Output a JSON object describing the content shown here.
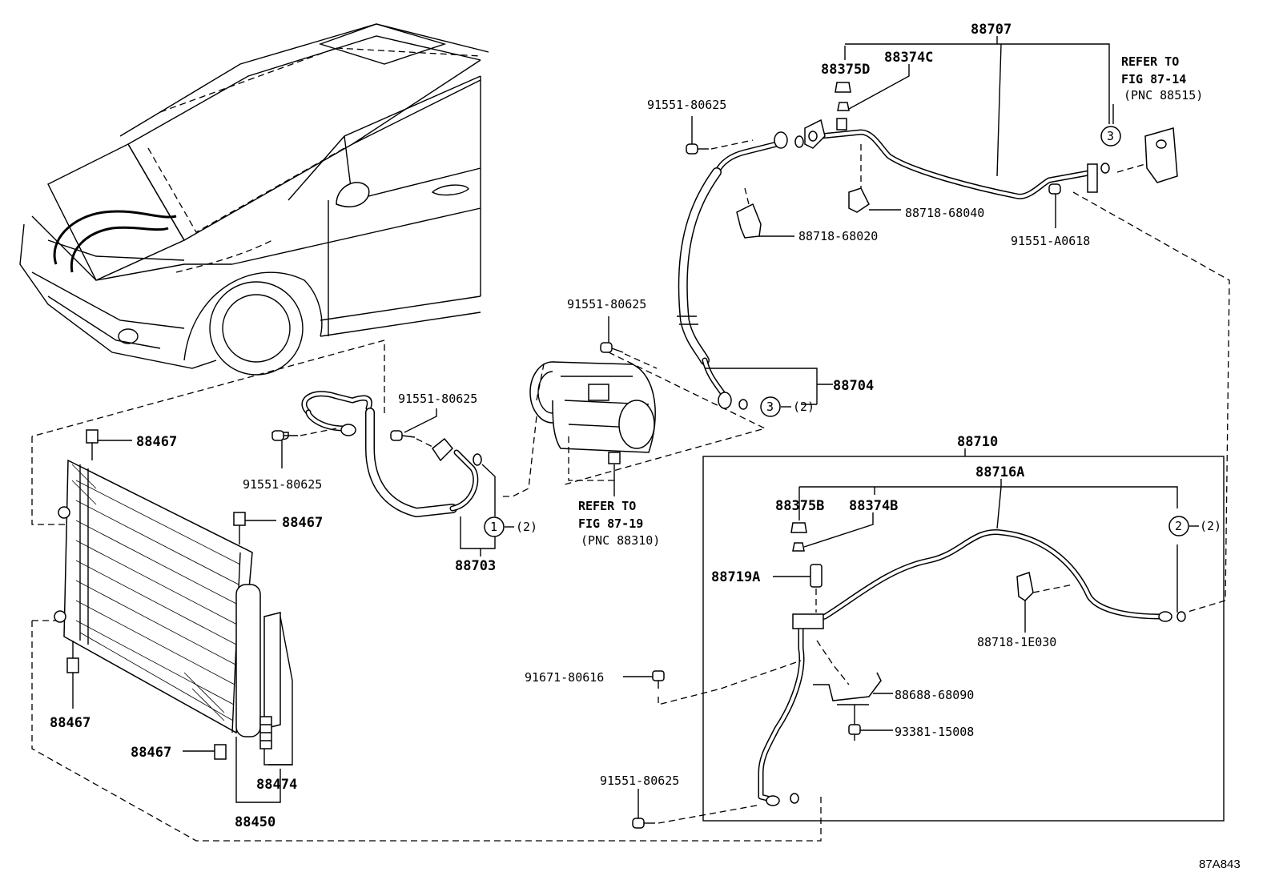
{
  "drawing_code": "87A843",
  "labels": {
    "p88707": "88707",
    "p88375D": "88375D",
    "p88374C": "88374C",
    "p91551_80625_top": "91551-80625",
    "p88718_68040": "88718-68040",
    "p88718_68020": "88718-68020",
    "p91551_A0618": "91551-A0618",
    "p91551_80625_mid": "91551-80625",
    "p88704": "88704",
    "p91551_80625_hose": "91551-80625",
    "p91551_80625_left": "91551-80625",
    "p88703": "88703",
    "p88467_a": "88467",
    "p88467_b": "88467",
    "p88467_c": "88467",
    "p88467_d": "88467",
    "p88474": "88474",
    "p88450": "88450",
    "p88710": "88710",
    "p88716A": "88716A",
    "p88375B": "88375B",
    "p88374B": "88374B",
    "p88719A": "88719A",
    "p88718_1E030": "88718-1E030",
    "p91671_80616": "91671-80616",
    "p88688_68090": "88688-68090",
    "p93381_15008": "93381-15008",
    "p91551_80625_bottom": "91551-80625"
  },
  "refer_expansion_valve": {
    "line1": "REFER TO",
    "line2": "FIG 87-14",
    "line3": "(PNC 88515)"
  },
  "refer_compressor": {
    "line1": "REFER TO",
    "line2": "FIG 87-19",
    "line3": "(PNC 88310)"
  },
  "callouts": {
    "c1": "1",
    "c2": "2",
    "c3a": "3",
    "c3b": "3",
    "qty2": "(2)"
  }
}
